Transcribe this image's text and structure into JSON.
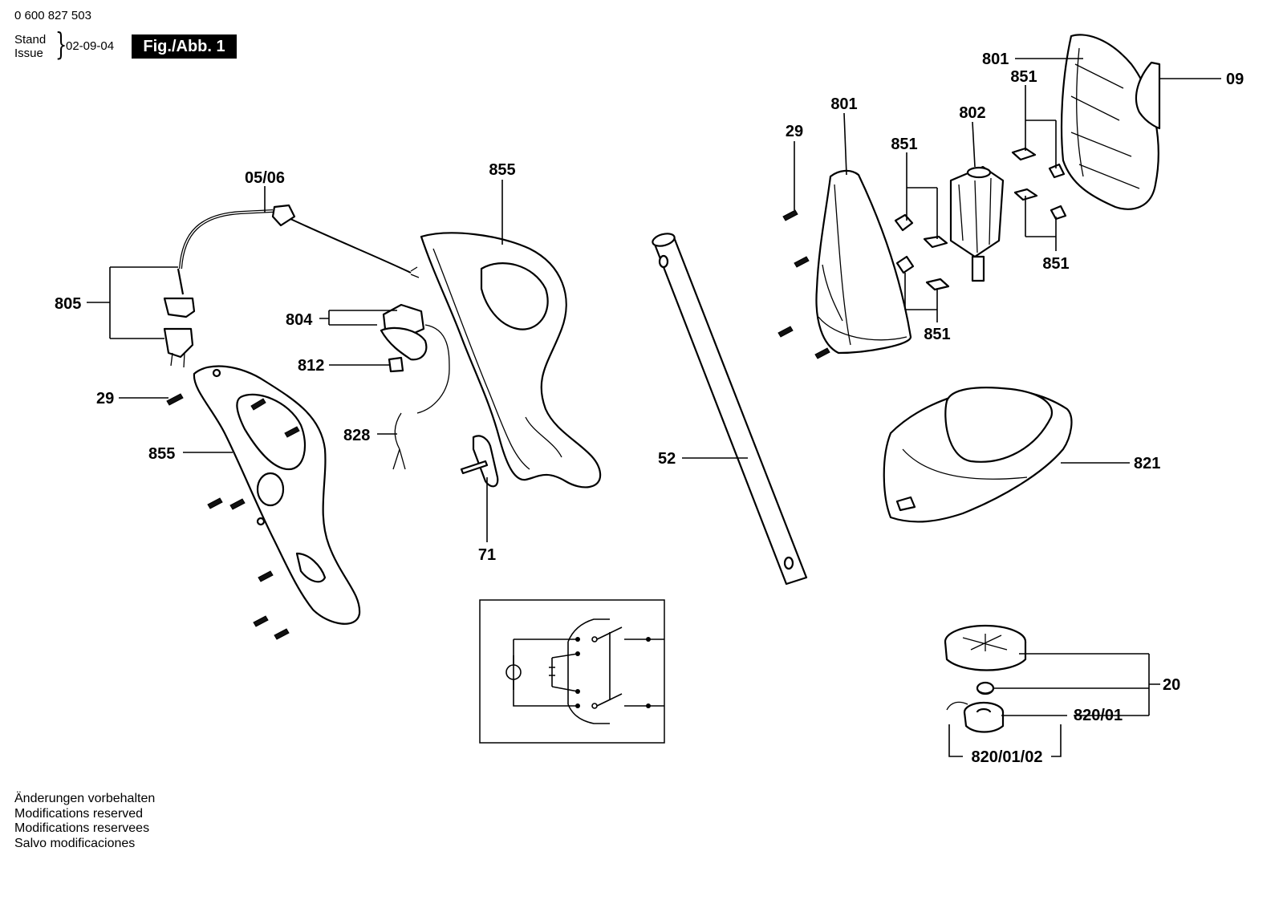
{
  "header": {
    "part_number": "0 600 827 503",
    "stand_label": "Stand",
    "issue_label": "Issue",
    "issue_date": "02-09-04",
    "figure_label": "Fig./Abb. 1"
  },
  "footer": {
    "lines": [
      "Änderungen vorbehalten",
      "Modifications reserved",
      "Modifications reservees",
      "Salvo modificaciones"
    ]
  },
  "labels": {
    "cable": "05/06",
    "plug_805": "805",
    "switch_804": "804",
    "part_812": "812",
    "screw_29_left": "29",
    "wires_828": "828",
    "handle_left_855": "855",
    "handle_right_855": "855",
    "part_71": "71",
    "tube_52": "52",
    "screw_29_right": "29",
    "housing_801_a": "801",
    "housing_801_b": "801",
    "part_09": "09",
    "motor_802": "802",
    "brush_851_a": "851",
    "brush_851_b": "851",
    "brush_851_c": "851",
    "brush_851_d": "851",
    "guard_821": "821",
    "spool_20": "20",
    "spool_820_01": "820/01",
    "spool_820_01_02": "820/01/02"
  }
}
